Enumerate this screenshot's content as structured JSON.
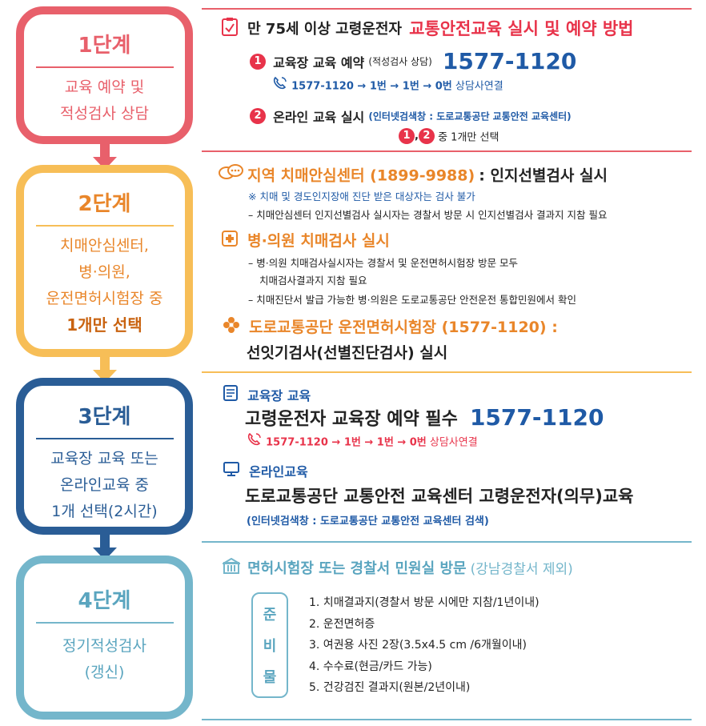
{
  "colors": {
    "step1": "#e8606b",
    "step2": "#f7be57",
    "step3": "#2a5d96",
    "step4": "#74b6cb",
    "accent_red": "#e8334a",
    "accent_orange": "#e9862a",
    "accent_blue": "#1f5aa6"
  },
  "steps": [
    {
      "title": "1단계",
      "desc": [
        "교육 예약 및",
        "적성검사 상담"
      ]
    },
    {
      "title": "2단계",
      "desc": [
        "치매안심센터,",
        "병·의원,",
        "운전면허시험장 중"
      ],
      "strong": "1개만 선택"
    },
    {
      "title": "3단계",
      "desc": [
        "교육장 교육 또는",
        "온라인교육 중",
        "1개 선택(2시간)"
      ]
    },
    {
      "title": "4단계",
      "desc": [
        "정기적성검사",
        "(갱신)"
      ]
    }
  ],
  "section1": {
    "heading_black": "만 75세 이상 고령운전자",
    "heading_red": "교통안전교육 실시 및 예약 방법",
    "item1_num": "1",
    "item1_label": "교육장 교육 예약",
    "item1_note": "(적성검사 상담)",
    "item1_phone": "1577-1120",
    "item1_route": "1577-1120 → 1번 → 1번 → 0번",
    "item1_route_tail": "상담사연결",
    "item2_num": "2",
    "item2_label": "온라인 교육 실시",
    "item2_note": "(인터넷검색창 : 도로교통공단 교통안전 교육센터)",
    "choose_a": "1",
    "choose_b": "2",
    "choose_text": "중 1개만 선택"
  },
  "section2": {
    "center_title": "지역 치매안심센터 (1899-9988)",
    "center_suffix": ": 인지선별검사 실시",
    "center_warning": "※ 치매 및 경도인지장애 진단 받은 대상자는 검사 불가",
    "center_note": "– 치매안심센터 인지선별검사 실시자는 경찰서 방문 시 인지선별검사 결과지 지참 필요",
    "hospital_title": "병·의원 치매검사 실시",
    "hospital_note1a": "– 병·의원 치매검사실시자는 경찰서 및 운전면허시험장 방문 모두",
    "hospital_note1b": "치매검사결과지 지참 필요",
    "hospital_note2": "– 치매진단서 발급 가능한 병·의원은 도로교통공단 안전운전 통합민원에서 확인",
    "agency_title": "도로교통공단 운전면허시험장 (1577-1120) :",
    "agency_line2": "선잇기검사(선별진단검사) 실시"
  },
  "section3": {
    "venue_label": "교육장 교육",
    "venue_main": "고령운전자 교육장 예약 필수",
    "venue_phone": "1577-1120",
    "venue_route": "1577-1120 → 1번 → 1번 → 0번",
    "venue_route_tail": "상담사연결",
    "online_label": "온라인교육",
    "online_main": "도로교통공단 교통안전 교육센터 고령운전자(의무)교육",
    "online_note": "(인터넷검색창 : 도로교통공단 교통안전 교육센터 검색)"
  },
  "section4": {
    "heading": "면허시험장 또는 경찰서 민원실 방문",
    "heading_note": "(강남경찰서 제외)",
    "prep_label": [
      "준",
      "비",
      "물"
    ],
    "items": [
      "1. 치매결과지(경찰서 방문 시에만 지참/1년이내)",
      "2. 운전면허증",
      "3. 여권용 사진 2장(3.5x4.5 cm /6개월이내)",
      "4. 수수료(현금/카드 가능)",
      "5. 건강검진 결과지(원본/2년이내)"
    ]
  }
}
